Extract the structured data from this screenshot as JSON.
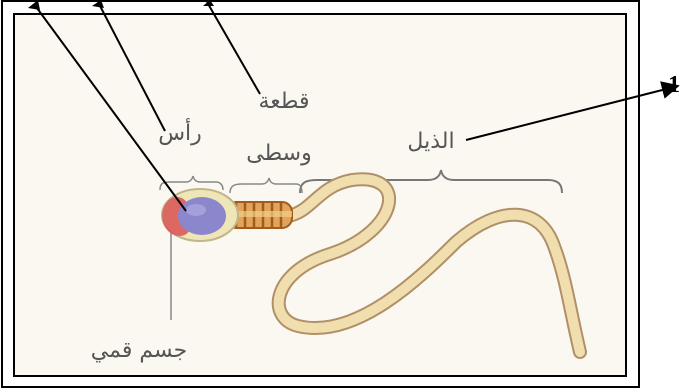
{
  "labels": {
    "head": "رأس",
    "middle_piece_line1": "قطعة",
    "middle_piece_line2": "وسطى",
    "tail": "الذيل",
    "acrosome": "جسم قمي",
    "callout_number": "1"
  },
  "colors": {
    "frame": "#000000",
    "panel_background": "#fbf8f1",
    "tail_fill": "#f1deae",
    "tail_outline": "#b09068",
    "head_nucleus": "#8c86cc",
    "acrosome": "#d95a5a",
    "middle_piece": "#c8742e",
    "label_text": "#555555"
  }
}
